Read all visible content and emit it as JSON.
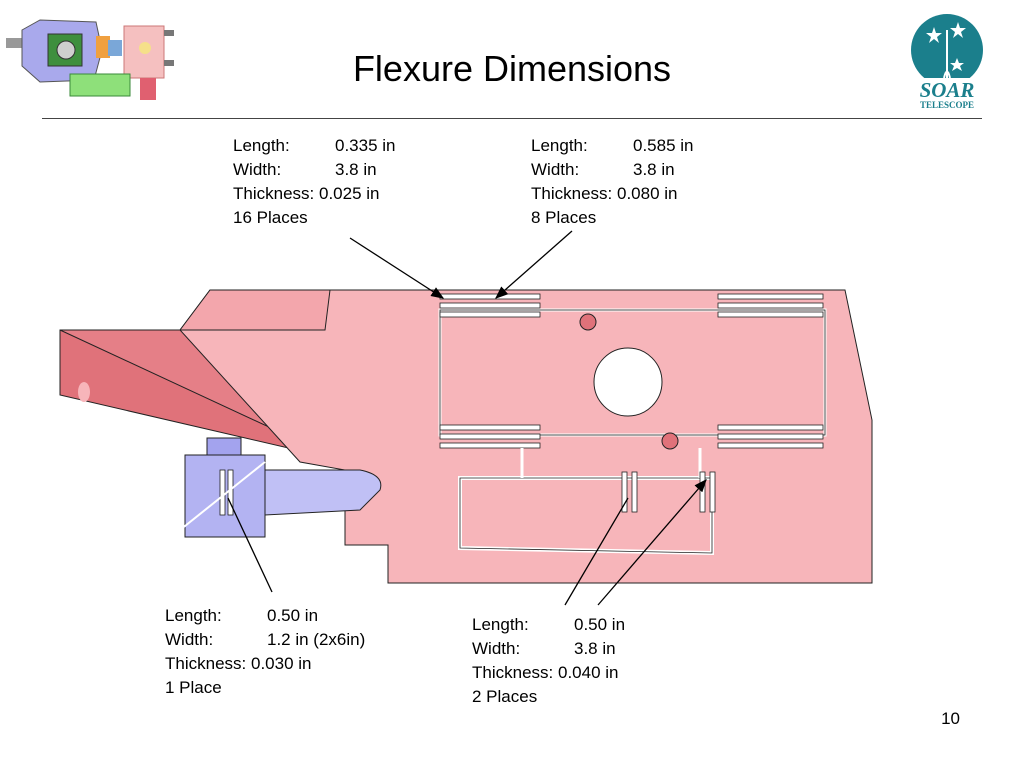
{
  "title": "Flexure Dimensions",
  "page_number": "10",
  "logo": {
    "line1": "SOAR",
    "line2": "TELESCOPE",
    "color": "#1b7f8c"
  },
  "specs": [
    {
      "id": "a",
      "length_label": "Length:",
      "length": "0.335 in",
      "width_label": "Width:",
      "width": "3.8 in",
      "thickness_label": "Thickness:",
      "thickness": "0.025 in",
      "places": "16 Places"
    },
    {
      "id": "b",
      "length_label": "Length:",
      "length": "0.585 in",
      "width_label": "Width:",
      "width": "3.8 in",
      "thickness_label": "Thickness:",
      "thickness": "0.080 in",
      "places": "8 Places"
    },
    {
      "id": "c",
      "length_label": "Length:",
      "length": "0.50 in",
      "width_label": "Width:",
      "width": "1.2 in (2x6in)",
      "thickness_label": "Thickness:",
      "thickness": "0.030 in",
      "places": "1 Place"
    },
    {
      "id": "d",
      "length_label": "Length:",
      "length": "0.50 in",
      "width_label": "Width:",
      "width": "3.8 in",
      "thickness_label": "Thickness:",
      "thickness": "0.040 in",
      "places": "2 Places"
    }
  ],
  "colors": {
    "part_pink": "#f7b5ba",
    "part_dark": "#e0727a",
    "part_blue": "#b3b3f2",
    "outline": "#222222"
  }
}
